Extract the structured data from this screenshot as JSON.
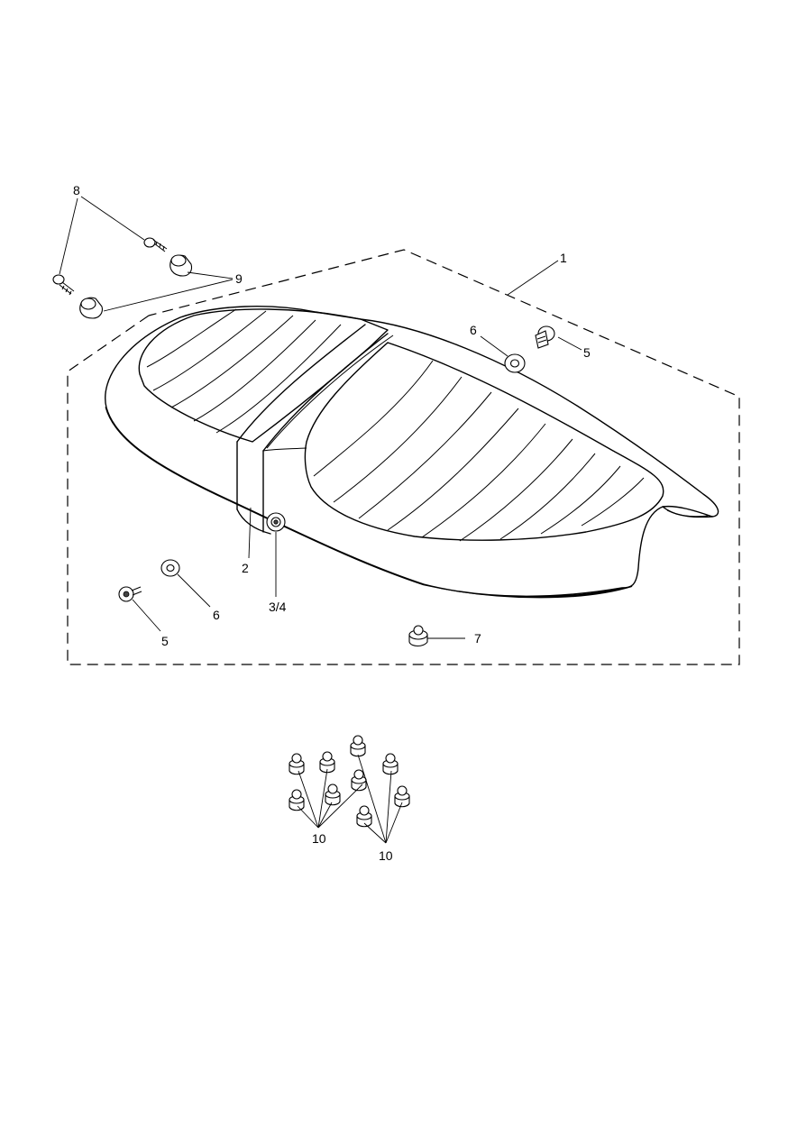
{
  "callouts": {
    "c1": "1",
    "c2": "2",
    "c34": "3/4",
    "c5a": "5",
    "c5b": "5",
    "c6a": "6",
    "c6b": "6",
    "c7": "7",
    "c8": "8",
    "c9": "9",
    "c10a": "10",
    "c10b": "10"
  }
}
